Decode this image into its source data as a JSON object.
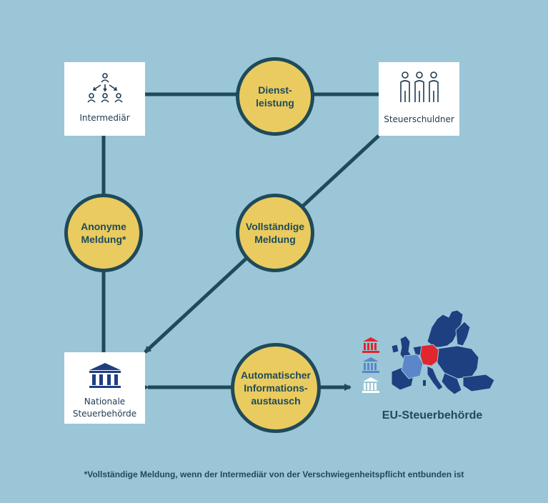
{
  "boxes": {
    "intermediaer": {
      "label": "Intermediär",
      "icon": "people-network-icon"
    },
    "steuerschuldner": {
      "label": "Steuerschuldner",
      "icon": "three-persons-icon"
    },
    "nationale": {
      "label": "Nationale\nSteuerbehörde",
      "icon": "bank-building-icon"
    }
  },
  "nodes": {
    "dienstleistung": "Dienst-\nleistung",
    "anonyme": "Anonyme\nMeldung*",
    "vollstaendige": "Vollständige\nMeldung",
    "automatischer": "Automatischer\nInformations-\naustausch"
  },
  "eu": {
    "label": "EU-Steuerbehörde",
    "icons": [
      "bank-icon-red",
      "bank-icon-lightblue",
      "bank-icon-white"
    ]
  },
  "footnote": "*Vollständige Meldung, wenn der Intermediär von der Verschwiegenheitspflicht entbunden ist",
  "colors": {
    "background": "#9bc6d7",
    "node_fill": "#eacb5f",
    "line": "#1f4a5a",
    "text": "#1f3a52",
    "map_blue": "#1e3f80",
    "germany_red": "#e0262e",
    "france_lightblue": "#5b86c9"
  }
}
